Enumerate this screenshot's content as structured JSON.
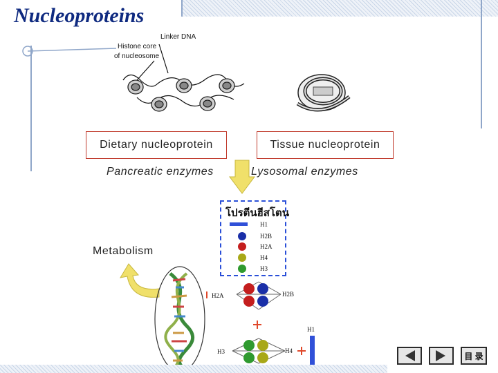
{
  "slide": {
    "title": "Nucleoproteins",
    "colors": {
      "title": "#0f2a80",
      "box_border": "#c0392b",
      "arrow": "#f0e06a",
      "bar": "#3050d8",
      "plus": "#e0482a"
    }
  },
  "figure": {
    "linker_dna": "Linker DNA",
    "histone_core_line1": "Histone core",
    "histone_core_line2": "of nucleosome"
  },
  "boxes": {
    "dietary": "Dietary nucleoprotein",
    "tissue": "Tissue nucleoprotein"
  },
  "labels": {
    "pancreatic": "Pancreatic enzymes",
    "lysosomal": "Lysosomal enzymes",
    "metabolism": "Metabolism"
  },
  "histone_legend": {
    "header": "โปรตีนฮีสโตน",
    "items": [
      {
        "name": "H1",
        "color": "#3050d8",
        "shape": "bar"
      },
      {
        "name": "H2B",
        "color": "#1a2fa8",
        "shape": "ball"
      },
      {
        "name": "H2A",
        "color": "#c41e1e",
        "shape": "ball"
      },
      {
        "name": "H4",
        "color": "#a8a818",
        "shape": "ball"
      },
      {
        "name": "H3",
        "color": "#2f9a2f",
        "shape": "ball"
      }
    ]
  },
  "assembly": {
    "h2a": "H2A",
    "h2b": "H2B",
    "h3": "H3",
    "h4": "H4",
    "h1": "H1"
  },
  "nav": {
    "home_label": "目 录"
  }
}
